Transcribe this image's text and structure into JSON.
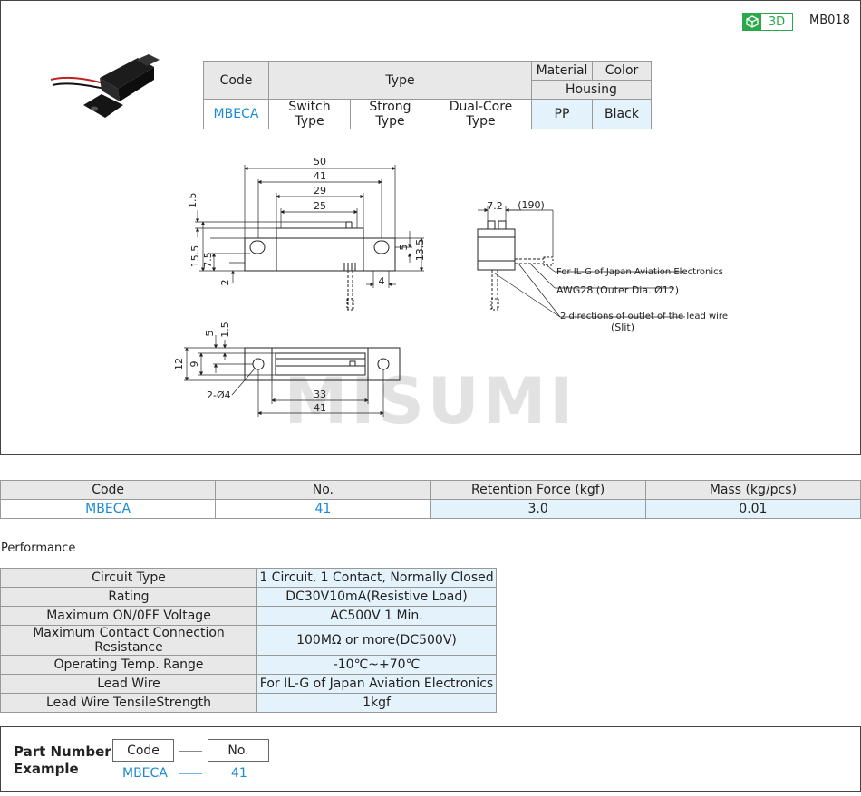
{
  "header": {
    "badge_3d": "3D",
    "series_code": "MB018"
  },
  "spec_table": {
    "code_header": "Code",
    "type_header": "Type",
    "material_header": "Material",
    "color_header": "Color",
    "housing_header": "Housing",
    "row": {
      "code": "MBECA",
      "type1": "Switch Type",
      "type2": "Strong Type",
      "type3": "Dual-Core Type",
      "material": "PP",
      "color": "Black"
    }
  },
  "drawing": {
    "dims": {
      "d50": "50",
      "d41": "41",
      "d29": "29",
      "d25": "25",
      "d1_5": "1.5",
      "d15_5": "15.5",
      "d7_5": "7.5",
      "d2": "2",
      "d5": "5",
      "d13_5": "13.5",
      "d4": "4",
      "d7_2": "7.2",
      "d190": "(190)",
      "d5b": "5",
      "d1_5b": "1.5",
      "d12": "12",
      "d9": "9",
      "d2_o4": "2-Ø4",
      "d33": "33",
      "d41b": "41"
    },
    "notes": {
      "lead_for": "For IL-G of Japan Aviation Electronics",
      "awg": "AWG28 (Outer Dia. Ø12)",
      "outlet": "2 directions of outlet of the lead wire",
      "slit": "(Slit)"
    },
    "watermark": "MISUMI"
  },
  "code_table": {
    "headers": [
      "Code",
      "No.",
      "Retention Force (kgf)",
      "Mass (kg/pcs)"
    ],
    "row": [
      "MBECA",
      "41",
      "3.0",
      "0.01"
    ]
  },
  "performance": {
    "title": "Performance",
    "rows": [
      {
        "label": "Circuit Type",
        "value": "1 Circuit, 1 Contact, Normally Closed"
      },
      {
        "label": "Rating",
        "value": "DC30V10mA(Resistive Load)"
      },
      {
        "label": "Maximum ON/0FF Voltage",
        "value": "AC500V  1 Min."
      },
      {
        "label": "Maximum Contact Connection Resistance",
        "value": "100MΩ or more(DC500V)"
      },
      {
        "label": "Operating Temp. Range",
        "value": "-10℃~+70℃"
      },
      {
        "label": "Lead Wire",
        "value": "For IL-G of Japan Aviation Electronics"
      },
      {
        "label": "Lead Wire TensileStrength",
        "value": "1kgf"
      }
    ]
  },
  "part_number": {
    "title_line1": "Part Number",
    "title_line2": "Example",
    "code_label": "Code",
    "no_label": "No.",
    "code_value": "MBECA",
    "no_value": "41"
  }
}
